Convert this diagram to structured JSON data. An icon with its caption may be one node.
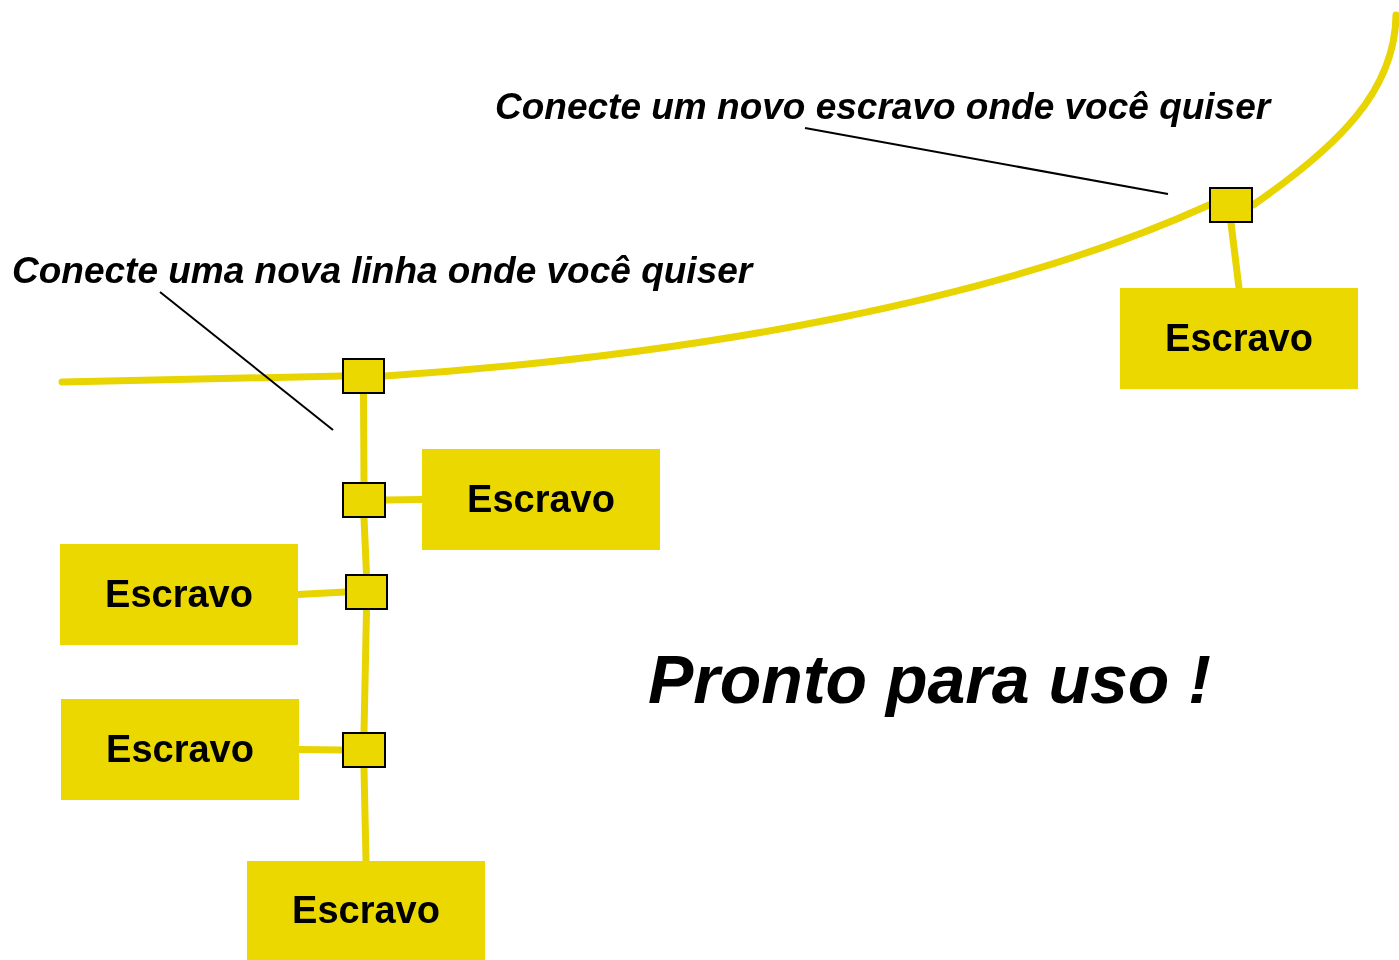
{
  "diagram": {
    "nodes": [
      {
        "text": [
          "Conecte um novo escravo onde você quiser"
        ]
      },
      {
        "text": [],
        "shape": "box"
      },
      {
        "text": [
          "Escravo"
        ]
      },
      {
        "text": [
          "Conecte uma nova linha onde você quiser"
        ]
      },
      {
        "text": [],
        "shape": "box"
      },
      {
        "text": [],
        "shape": "box"
      },
      {
        "text": [
          "Escravo"
        ]
      },
      {
        "text": [
          "Escravo"
        ]
      },
      {
        "text": [],
        "shape": "box"
      },
      {
        "text": [
          "Escravo"
        ]
      },
      {
        "text": [],
        "shape": "box"
      },
      {
        "text": [
          "Escravo"
        ]
      }
    ],
    "edges": [
      {
        "from": null,
        "to": 4,
        "arrow": "none"
      },
      {
        "from": 4,
        "to": 1,
        "arrow": "none"
      },
      {
        "from": 1,
        "to": null,
        "arrow": "none"
      },
      {
        "from": 1,
        "to": 2,
        "arrow": "none"
      },
      {
        "from": 4,
        "to": 5,
        "arrow": "none"
      },
      {
        "from": 5,
        "to": 8,
        "arrow": "none"
      },
      {
        "from": 8,
        "to": 10,
        "arrow": "none"
      },
      {
        "from": 10,
        "to": 11,
        "arrow": "none"
      },
      {
        "from": 5,
        "to": 6,
        "arrow": "none"
      },
      {
        "from": 8,
        "to": 7,
        "arrow": "none"
      },
      {
        "from": 10,
        "to": 9,
        "arrow": "none"
      },
      {
        "from": 0,
        "to": null,
        "arrow": "none",
        "color": "#000000"
      },
      {
        "from": 3,
        "to": null,
        "arrow": "none",
        "color": "#000000"
      }
    ],
    "labels": [
      "Pronto para uso !"
    ]
  }
}
